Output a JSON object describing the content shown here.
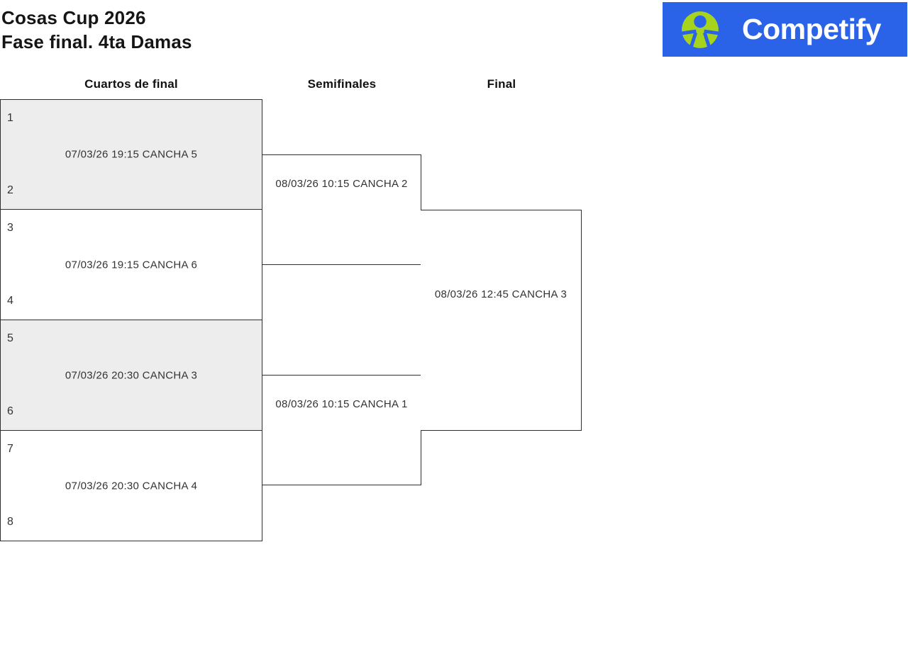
{
  "header": {
    "title_line1": "Cosas Cup 2026",
    "title_line2": "Fase final. 4ta Damas"
  },
  "logo": {
    "brand": "Competify",
    "icon": "competify-athlete-icon"
  },
  "bracket": {
    "rounds": [
      {
        "label": "Cuartos de final"
      },
      {
        "label": "Semifinales"
      },
      {
        "label": "Final"
      }
    ],
    "matches": {
      "qf": [
        {
          "seed_top": "1",
          "seed_bottom": "2",
          "label": "07/03/26 19:15 CANCHA 5"
        },
        {
          "seed_top": "3",
          "seed_bottom": "4",
          "label": "07/03/26 19:15 CANCHA 6"
        },
        {
          "seed_top": "5",
          "seed_bottom": "6",
          "label": "07/03/26 20:30 CANCHA 3"
        },
        {
          "seed_top": "7",
          "seed_bottom": "8",
          "label": "07/03/26 20:30 CANCHA 4"
        }
      ],
      "sf": [
        {
          "label": "08/03/26 10:15 CANCHA 2"
        },
        {
          "label": "08/03/26 10:15 CANCHA 1"
        }
      ],
      "final": {
        "label": "08/03/26 12:45 CANCHA 3"
      }
    }
  },
  "colors": {
    "logo_blue": "#2a62e8",
    "logo_green": "#a5d31e",
    "shaded_match_bg": "#ededed",
    "box_border": "#2f2f2f",
    "match_text": "#333333"
  }
}
